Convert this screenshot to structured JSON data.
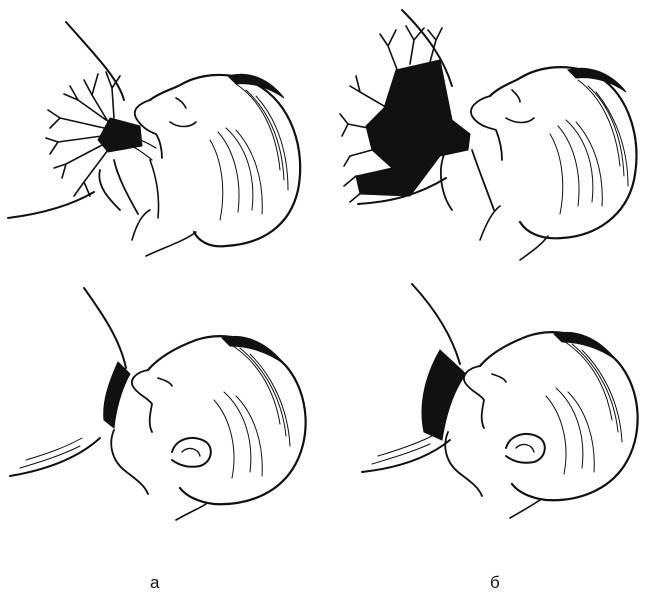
{
  "figure": {
    "captions": {
      "left": "а",
      "right": "б"
    },
    "ink_color": "#111111",
    "background_color": "#ffffff",
    "panels": [
      {
        "column": "а",
        "row": "top",
        "depicts": "infant-at-breast-with-milk-ducts"
      },
      {
        "column": "б",
        "row": "top",
        "depicts": "infant-at-breast-with-milk-ducts"
      },
      {
        "column": "а",
        "row": "bottom",
        "depicts": "infant-at-breast-profile"
      },
      {
        "column": "б",
        "row": "bottom",
        "depicts": "infant-at-breast-profile"
      }
    ]
  }
}
